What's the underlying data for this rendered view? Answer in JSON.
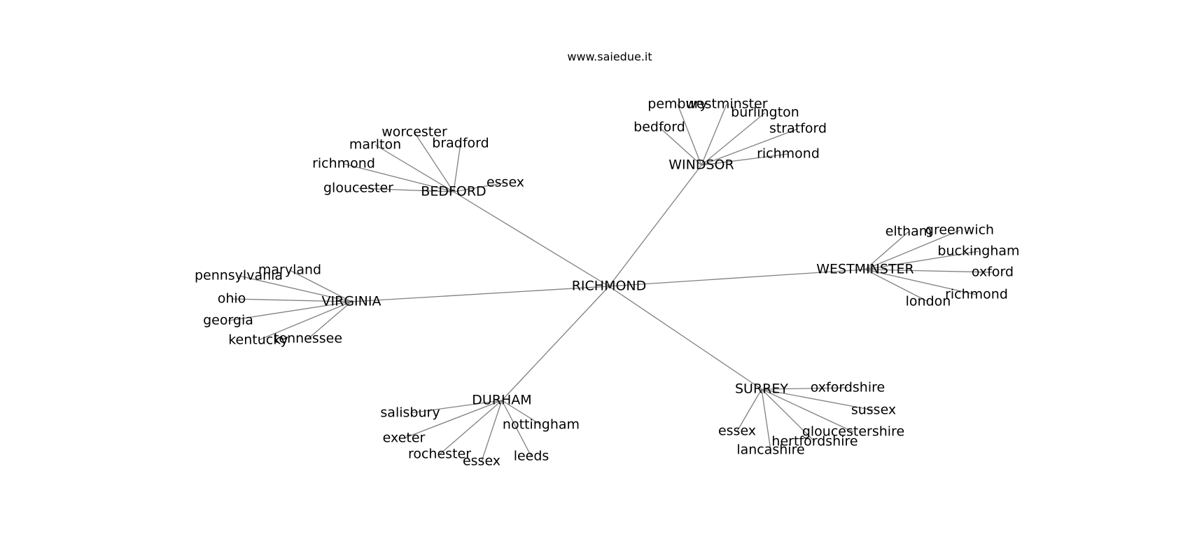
{
  "caption": "www.saiedue.it",
  "edge_color": "#808080",
  "text_color": "#000000",
  "root": "RICHMOND",
  "hubs": [
    {
      "id": "bedford_hub",
      "label": "BEDFORD",
      "children": [
        "worcester",
        "marlton",
        "bradford",
        "richmond",
        "gloucester",
        "essex"
      ]
    },
    {
      "id": "windsor_hub",
      "label": "WINDSOR",
      "children": [
        "pembury",
        "westminster",
        "burlington",
        "bedford",
        "stratford",
        "richmond"
      ]
    },
    {
      "id": "westminster_hub",
      "label": "WESTMINSTER",
      "children": [
        "eltham",
        "greenwich",
        "buckingham",
        "oxford",
        "richmond",
        "london"
      ]
    },
    {
      "id": "virginia_hub",
      "label": "VIRGINIA",
      "children": [
        "maryland",
        "pennsylvania",
        "ohio",
        "georgia",
        "kentucky",
        "tennessee"
      ]
    },
    {
      "id": "durham_hub",
      "label": "DURHAM",
      "children": [
        "salisbury",
        "nottingham",
        "exeter",
        "rochester",
        "essex",
        "leeds"
      ]
    },
    {
      "id": "surrey_hub",
      "label": "SURREY",
      "children": [
        "oxfordshire",
        "sussex",
        "gloucestershire",
        "essex",
        "hertfordshire",
        "lancashire"
      ]
    }
  ]
}
